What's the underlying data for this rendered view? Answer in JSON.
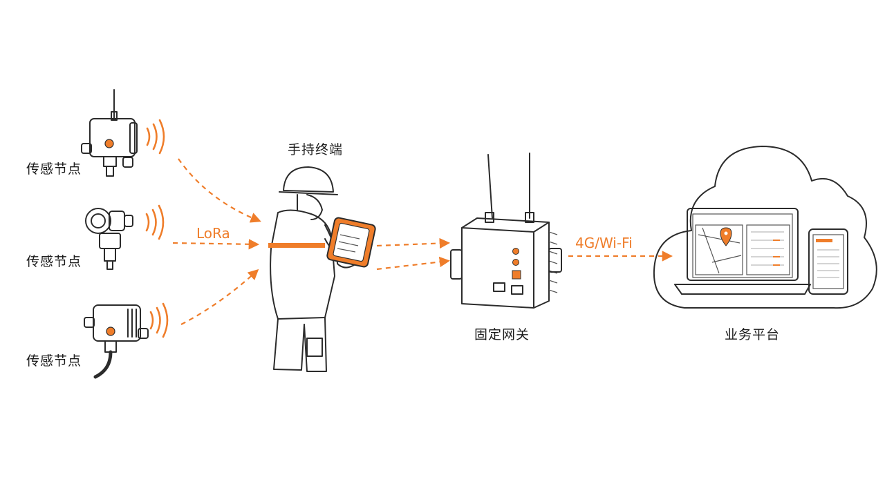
{
  "colors": {
    "accent": "#ef7d2a",
    "ink": "#2b2b2b"
  },
  "sensors": [
    {
      "label": "传感节点"
    },
    {
      "label": "传感节点"
    },
    {
      "label": "传感节点"
    }
  ],
  "handheld": {
    "label": "手持终端"
  },
  "gateway": {
    "label": "固定网关"
  },
  "platform": {
    "label": "业务平台"
  },
  "links": {
    "sensor_to_handheld": "LoRa",
    "gateway_to_platform": "4G/Wi-Fi"
  }
}
